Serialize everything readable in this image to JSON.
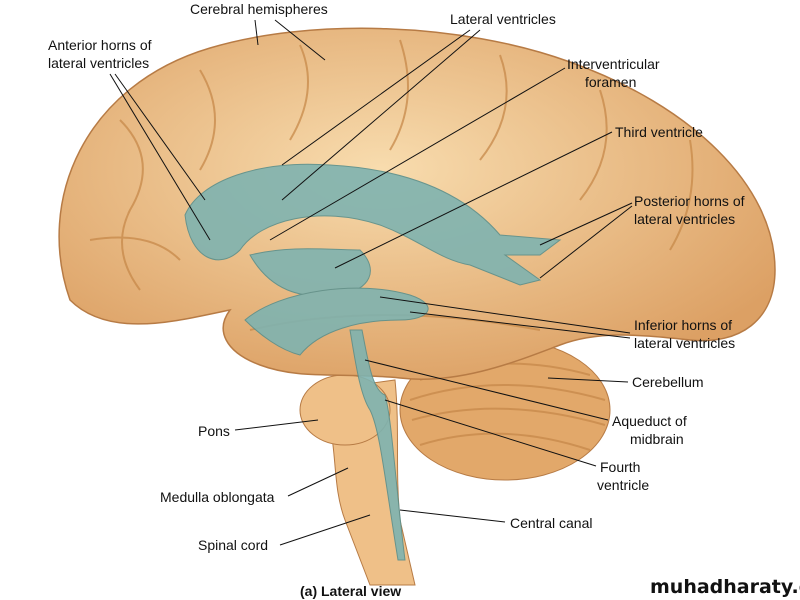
{
  "labels": {
    "cerebral_hemispheres": "Cerebral hemispheres",
    "lateral_ventricles": "Lateral ventricles",
    "anterior_horns_1": "Anterior horns of",
    "anterior_horns_2": "lateral ventricles",
    "interventricular_1": "Interventricular",
    "interventricular_2": "foramen",
    "third_ventricle": "Third ventricle",
    "posterior_horns_1": "Posterior horns of",
    "posterior_horns_2": "lateral ventricles",
    "inferior_horns_1": "Inferior horns of",
    "inferior_horns_2": "lateral ventricles",
    "cerebellum": "Cerebellum",
    "aqueduct_1": "Aqueduct of",
    "aqueduct_2": "midbrain",
    "fourth_ventricle_1": "Fourth",
    "fourth_ventricle_2": "ventricle",
    "central_canal": "Central canal",
    "pons": "Pons",
    "medulla": "Medulla oblongata",
    "spinal_cord": "Spinal cord"
  },
  "caption": "(a) Lateral view",
  "watermark": "muhadharaty.com",
  "colors": {
    "brain": "#f0c48a",
    "ventricle": "#7fb3b0",
    "cerebellum": "#e2a86a"
  }
}
